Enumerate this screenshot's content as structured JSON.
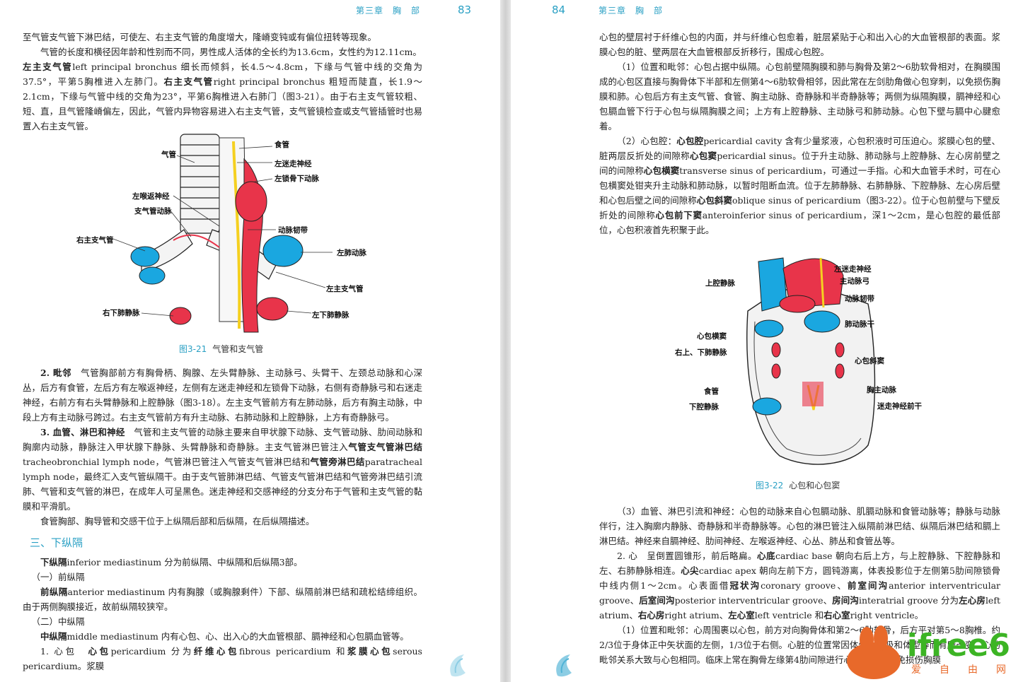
{
  "left": {
    "running_head": "第三章　胸　部",
    "page_no": "83",
    "paragraphs": [
      "至气管支气管下淋巴结，可使左、右主支气管的角度增大，隆嵴变钝或有偏位扭转等现象。",
      "气管的长度和横径因年龄和性别而不同，男性成人活体的全长约为13.6cm，女性约为12.11cm。",
      "左主支气管",
      "left principal bronchus 细长而倾斜，长4.5～4.8cm，下缘与气管中线的交角为37.5°，平第5胸椎进入左肺门。",
      "右主支气管",
      "right principal bronchus 粗短而陡直，长1.9～2.1cm，下缘与气管中线的交角为23°，平第6胸椎进入右肺门（图3-21）。由于右主支气管较粗、短、直，且气管隆嵴偏左，因此，气管内异物容易进入右主支气管，支气管镜检查或支气管插管时也易置入右主支气管。"
    ],
    "figure": {
      "number": "图3-21",
      "title": "气管和支气管",
      "labels": [
        "气管",
        "食管",
        "左迷走神经",
        "左锁骨下动脉",
        "左喉返神经",
        "支气管动脉",
        "右主支气管",
        "动脉韧带",
        "左肺动脉",
        "左主支气管",
        "右下肺静脉",
        "左下肺静脉"
      ]
    },
    "para_2_head": "2. 毗邻",
    "para_2": "气管胸部前方有胸骨柄、胸腺、左头臂静脉、主动脉弓、头臂干、左颈总动脉和心深丛，后方有食管，左后方有左喉返神经，左侧有左迷走神经和左锁骨下动脉，右侧有奇静脉弓和右迷走神经，右前方有右头臂静脉和上腔静脉（图3-18）。左主支气管前方有左肺动脉，后方有胸主动脉，中段上方有主动脉弓跨过。右主支气管前方有升主动脉、右肺动脉和上腔静脉，上方有奇静脉弓。",
    "para_3_head": "3. 血管、淋巴和神经",
    "para_3a": "气管和主支气管的动脉主要来自甲状腺下动脉、支气管动脉、肋间动脉和胸廓内动脉，静脉注入甲状腺下静脉、头臂静脉和奇静脉。主支气管淋巴管注入",
    "para_3b": "气管支气管淋巴结",
    "para_3c": "tracheobronchial lymph node，气管淋巴管注入气管支气管淋巴结和",
    "para_3d": "气管旁淋巴结",
    "para_3e": "paratracheal lymph node，最终汇入支气管纵隔干。由于支气管肺淋巴结、气管支气管淋巴结和气管旁淋巴结引流肺、气管和支气管的淋巴，在成年人可呈黑色。迷走神经和交感神经的分支分布于气管和主支气管的黏膜和平滑肌。",
    "para_4": "食管胸部、胸导管和交感干位于上纵隔后部和后纵隔，在后纵隔描述。",
    "section": "三、下纵隔",
    "sec_p1_head": "下纵隔",
    "sec_p1": "inferior mediastinum 分为前纵隔、中纵隔和后纵隔3部。",
    "sub1": "（一）前纵隔",
    "sub1_head": "前纵隔",
    "sub1_text": "anterior mediastinum 内有胸腺（或胸腺剩件）下部、纵隔前淋巴结和疏松结缔组织。由于两侧胸膜接近，故前纵隔较狭窄。",
    "sub2": "（二）中纵隔",
    "sub2_head": "中纵隔",
    "sub2_text": "middle mediastinum 内有心包、心、出入心的大血管根部、膈神经和心包膈血管等。",
    "last_head": "1. 心包",
    "last_b1": "心包",
    "last_t1": "pericardium 分为",
    "last_b2": "纤维心包",
    "last_t2": "fibrous pericardium 和",
    "last_b3": "浆膜心包",
    "last_t3": "serous pericardium。浆膜"
  },
  "right": {
    "page_no": "84",
    "running_head": "第三章　胸　部",
    "p1": "心包的壁层衬于纤维心包的内面，并与纤维心包愈着，脏层紧贴于心和出入心的大血管根部的表面。浆膜心包的脏、壁两层在大血管根部反折移行，围成心包腔。",
    "p2": "（1）位置和毗邻：心包占据中纵隔。心包前壁隔胸膜和肺与胸骨及第2～6肋软骨相对，在胸膜围成的心包区直接与胸骨体下半部和左侧第4～6肋软骨相邻，因此常在左剑肋角做心包穿刺，以免损伤胸膜和肺。心包后方有主支气管、食管、胸主动脉、奇静脉和半奇静脉等；两侧为纵隔胸膜，膈神经和心包膈血管下行于心包与纵隔胸膜之间；上方有上腔静脉、主动脉弓和肺动脉。心包下壁与膈中心腱愈着。",
    "p3a": "（2）心包腔：",
    "p3b": "心包腔",
    "p3c": "pericardial cavity 含有少量浆液，心包积液时可压迫心。浆膜心包的壁、脏两层反折处的间隙称",
    "p3d": "心包窦",
    "p3e": "pericardial sinus。位于升主动脉、肺动脉与上腔静脉、左心房前壁之间的间隙称",
    "p3f": "心包横窦",
    "p3g": "transverse sinus of pericardium，可通过一手指。心和大血管手术时，可在心包横窦处钳夹升主动脉和肺动脉，以暂时阻断血流。位于左肺静脉、右肺静脉、下腔静脉、左心房后壁和心包后壁之间的间隙称",
    "p3h": "心包斜窦",
    "p3i": "oblique sinus of pericardium（图3-22）。位于心包前壁与下壁反折处的间隙称",
    "p3j": "心包前下窦",
    "p3k": "anteroinferior sinus of pericardium，深1～2cm，是心包腔的最低部位，心包积液首先积聚于此。",
    "figure": {
      "number": "图3-22",
      "title": "心包和心包窦",
      "labels": [
        "左迷走神经",
        "主动脉弓",
        "上腔静脉",
        "动脉韧带",
        "肺动脉干",
        "心包横窦",
        "右上、下肺静脉",
        "心包斜窦",
        "食管",
        "胸主动脉",
        "下腔静脉",
        "迷走神经前干"
      ]
    },
    "p4": "（3）血管、淋巴引流和神经：心包的动脉来自心包膈动脉、肌膈动脉和食管动脉等；静脉与动脉伴行，注入胸廓内静脉、奇静脉和半奇静脉等。心包的淋巴管注入纵隔前淋巴结、纵隔后淋巴结和膈上淋巴结。神经来自膈神经、肋间神经、左喉返神经、心丛、肺丛和食管丛等。",
    "p5a": "2. 心　呈倒置圆锥形，前后略扁。",
    "p5b": "心底",
    "p5c": "cardiac base 朝向右后上方，与上腔静脉、下腔静脉和左、右肺静脉相连。",
    "p5d": "心尖",
    "p5e": "cardiac apex 朝向左前下方，圆钝游离，体表投影位于左侧第5肋间隙锁骨中线内侧1～2cm。心表面借",
    "p5f": "冠状沟",
    "p5g": "coronary groove、",
    "p5h": "前室间沟",
    "p5i": "anterior interventricular groove、",
    "p5j": "后室间沟",
    "p5k": "posterior interventricular groove、",
    "p5l": "房间沟",
    "p5m": "interatrial groove 分为",
    "p5n": "左心房",
    "p5o": "left atrium、",
    "p5p": "右心房",
    "p5q": "right atrium、",
    "p5r": "左心室",
    "p5s": "left ventricle 和",
    "p5t": "右心室",
    "p5u": "right ventricle。",
    "p6": "（1）位置和毗邻：心周围裹以心包，前方对向胸骨体和第2～6肋软骨，后方平对第5～8胸椎。约2/3位于身体正中矢状面的左侧，1/3位于右侧。心脏的位置常因体位、呼吸和体型等而有所改变。心的毗邻关系大致与心包相同。临床上常在胸骨左缘第4肋间隙进行心内注射，以免损伤胸膜",
    "watermark": "ifree6",
    "watermark_sub": "爱　自　由　网"
  },
  "colors": {
    "accent": "#2aa0c4",
    "red": "#e8344a",
    "blue": "#1aa7e0",
    "yellow": "#f5d020",
    "orange": "#e8692a"
  }
}
